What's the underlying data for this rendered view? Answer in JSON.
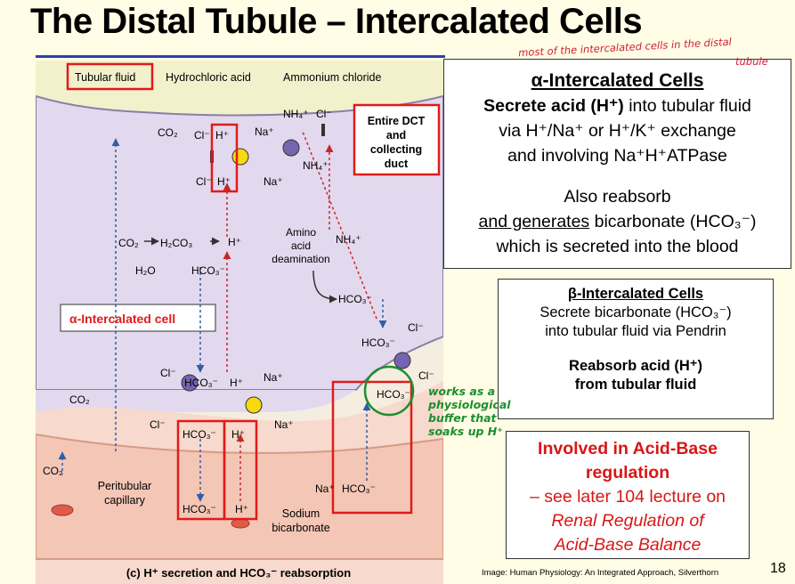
{
  "title": "The Distal Tubule – Intercalated Cells",
  "diagram": {
    "tubular_fluid": "Tubular fluid",
    "hydrochloric_acid": "Hydrochloric acid",
    "ammonium_chloride": "Ammonium chloride",
    "entire_dct_l1": "Entire DCT",
    "entire_dct_l2": "and",
    "entire_dct_l3": "collecting",
    "entire_dct_l4": "duct",
    "cell_label": "α-Intercalated cell",
    "co2": "CO₂",
    "h2co3": "H₂CO₃",
    "h2o": "H₂O",
    "h_plus": "H⁺",
    "hco3": "HCO₃⁻",
    "cl_minus": "Cl⁻",
    "na_plus": "Na⁺",
    "nh4_plus": "NH₄⁺",
    "amino_l1": "Amino",
    "amino_l2": "acid",
    "amino_l3": "deamination",
    "peritubular_l1": "Peritubular",
    "peritubular_l2": "capillary",
    "sodium_l1": "Sodium",
    "sodium_l2": "bicarbonate",
    "caption": "(c) H⁺ secretion and HCO₃⁻ reabsorption"
  },
  "alpha_box": {
    "title": "α-Intercalated Cells",
    "line1_bold": "Secrete acid (H⁺)",
    "line1_rest": " into tubular fluid",
    "line2": "via H⁺/Na⁺ or H⁺/K⁺ exchange",
    "line3": "and involving Na⁺H⁺ATPase",
    "line4": "Also reabsorb",
    "line5_u": "and generates",
    "line5_rest": " bicarbonate (HCO₃⁻)",
    "line6": "which is secreted into the blood"
  },
  "beta_box": {
    "title": "β-Intercalated Cells",
    "line1": "Secrete bicarbonate (HCO₃⁻)",
    "line2": "into tubular fluid via Pendrin",
    "line3": "Reabsorb acid (H⁺)",
    "line4": "from tubular fluid"
  },
  "acid_box": {
    "line1": "Involved in Acid-Base",
    "line2": "regulation",
    "line3": "– see later 104 lecture on",
    "line4": "Renal Regulation of",
    "line5": "Acid-Base Balance"
  },
  "annotations": {
    "top": "most of the intercalated cells in the distal",
    "top2": "tubule",
    "buffer": "works as a\nphysiological\nbuffer that\nsoaks up H⁺"
  },
  "credit": "Image: Human Physiology: An Integrated Approach, Silverthorn",
  "page_number": "18",
  "colors": {
    "title_rule": "#2b3fae",
    "highlight_red": "#e01b1b",
    "annotation_green": "#1b8f2e",
    "cell_fill": "#e3d9ee",
    "fluid_fill": "#f3f1cc",
    "capillary_fill": "#f7d9cd"
  }
}
